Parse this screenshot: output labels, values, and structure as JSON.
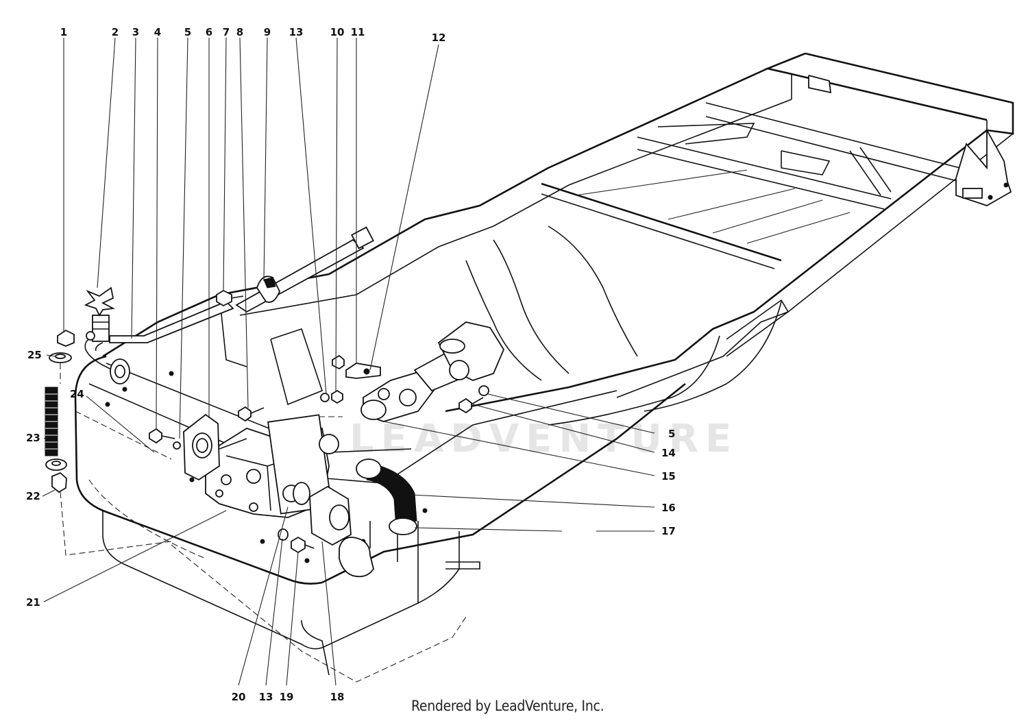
{
  "diagram": {
    "callouts": [
      {
        "id": "c1",
        "text": "1"
      },
      {
        "id": "c2",
        "text": "2"
      },
      {
        "id": "c3",
        "text": "3"
      },
      {
        "id": "c4",
        "text": "4"
      },
      {
        "id": "c5a",
        "text": "5"
      },
      {
        "id": "c6",
        "text": "6"
      },
      {
        "id": "c7",
        "text": "7"
      },
      {
        "id": "c8",
        "text": "8"
      },
      {
        "id": "c9",
        "text": "9"
      },
      {
        "id": "c13a",
        "text": "13"
      },
      {
        "id": "c10",
        "text": "10"
      },
      {
        "id": "c11",
        "text": "11"
      },
      {
        "id": "c12",
        "text": "12"
      },
      {
        "id": "c25",
        "text": "25"
      },
      {
        "id": "c24",
        "text": "24"
      },
      {
        "id": "c23",
        "text": "23"
      },
      {
        "id": "c22",
        "text": "22"
      },
      {
        "id": "c21",
        "text": "21"
      },
      {
        "id": "c5b",
        "text": "5"
      },
      {
        "id": "c14",
        "text": "14"
      },
      {
        "id": "c15",
        "text": "15"
      },
      {
        "id": "c16",
        "text": "16"
      },
      {
        "id": "c17",
        "text": "17"
      },
      {
        "id": "c20",
        "text": "20"
      },
      {
        "id": "c13b",
        "text": "13"
      },
      {
        "id": "c19",
        "text": "19"
      },
      {
        "id": "c18",
        "text": "18"
      }
    ]
  },
  "watermark_text": "LEADVENTURE",
  "credit": "Rendered by LeadVenture, Inc."
}
